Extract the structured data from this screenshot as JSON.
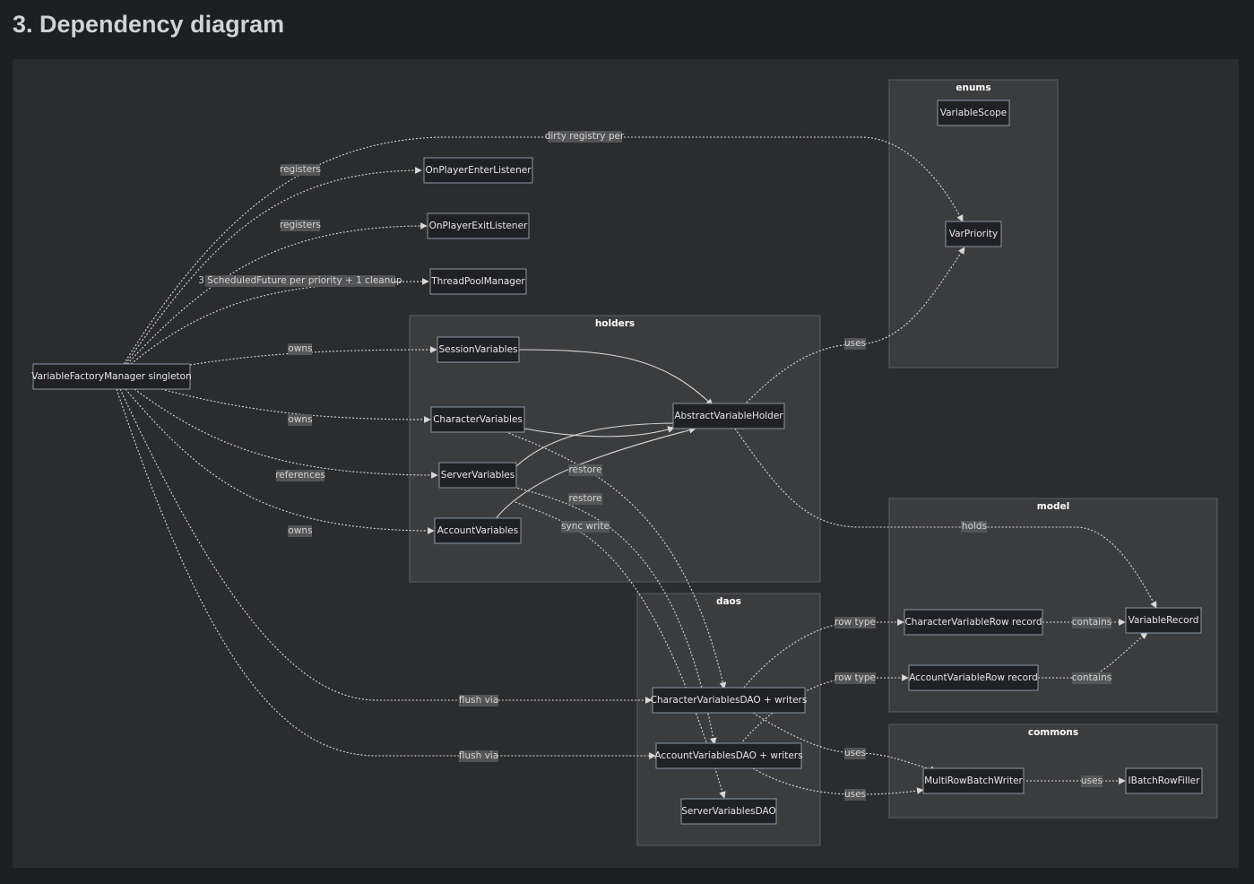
{
  "page": {
    "title": "3. Dependency diagram"
  },
  "diagram": {
    "clusters": {
      "enums": "enums",
      "holders": "holders",
      "model": "model",
      "daos": "daos",
      "commons": "commons"
    },
    "nodes": {
      "vfm": "VariableFactoryManager singleton",
      "enter": "OnPlayerEnterListener",
      "exit": "OnPlayerExitListener",
      "tpm": "ThreadPoolManager",
      "session": "SessionVariables",
      "character": "CharacterVariables",
      "server": "ServerVariables",
      "account": "AccountVariables",
      "abstract": "AbstractVariableHolder",
      "scope": "VariableScope",
      "priority": "VarPriority",
      "charrow": "CharacterVariableRow record",
      "accrow": "AccountVariableRow record",
      "record": "VariableRecord",
      "chardao": "CharacterVariablesDAO + writers",
      "accdao": "AccountVariablesDAO + writers",
      "serverdao": "ServerVariablesDAO",
      "mrbw": "MultiRowBatchWriter",
      "ibrf": "IBatchRowFiller"
    },
    "edge_labels": {
      "dirty": "dirty registry per",
      "reg1": "registers",
      "reg2": "registers",
      "sched": "3 ScheduledFuture per priority + 1 cleanup",
      "owns1": "owns",
      "owns2": "owns",
      "refs": "references",
      "owns3": "owns",
      "uses_abs": "uses",
      "holds": "holds",
      "restore1": "restore",
      "restore2": "restore",
      "sync": "sync write",
      "rowtype1": "row type",
      "rowtype2": "row type",
      "contains1": "contains",
      "contains2": "contains",
      "flush1": "flush via",
      "flush2": "flush via",
      "uses_c": "uses",
      "uses_a": "uses",
      "uses_m": "uses"
    },
    "colors": {
      "background": "#2b2c2e",
      "cluster": "#3b3c3e",
      "node_fill": "#202124",
      "node_border": "#8a96a6",
      "edge": "#d8d8d8"
    }
  }
}
